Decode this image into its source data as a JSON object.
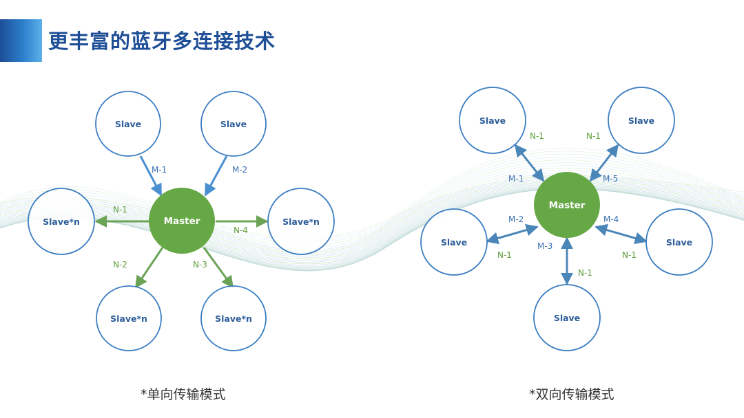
{
  "title": "更丰富的蓝牙多连接技术",
  "colors": {
    "master_fill": "#67a846",
    "node_stroke": "#3a7dc2",
    "m_arrow": "#4a8fd0",
    "n_arrow": "#6aa356",
    "bidi_arrow": "#4a86b8",
    "m_label": "#3a70b4",
    "n_label": "#5f9d3c"
  },
  "left": {
    "caption": "*单向传输模式",
    "master": "Master",
    "top_slaves": [
      "Slave",
      "Slave"
    ],
    "mid_slaves": [
      "Slave*n",
      "Slave*n"
    ],
    "bottom_slaves": [
      "Slave*n",
      "Slave*n"
    ],
    "m_labels": [
      "M-1",
      "M-2"
    ],
    "n_labels": [
      "N-1",
      "N-4",
      "N-2",
      "N-3"
    ]
  },
  "right": {
    "caption": "*双向传输模式",
    "master": "Master",
    "slaves": [
      "Slave",
      "Slave",
      "Slave",
      "Slave",
      "Slave"
    ],
    "m_labels": [
      "M-1",
      "M-5",
      "M-2",
      "M-4",
      "M-3"
    ],
    "n_labels": [
      "N-1",
      "N-1",
      "N-1",
      "N-1",
      "N-1"
    ]
  }
}
